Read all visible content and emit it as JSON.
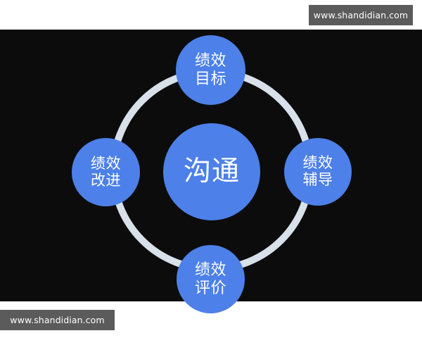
{
  "page": {
    "background_color": "#ffffff",
    "canvas_color": "#0c0c0c",
    "accent_color": "#4d80e8",
    "ring_color": "#d8e0ea",
    "watermark_bg": "#5b5b5b",
    "text_color": "#ffffff"
  },
  "watermarks": {
    "top_right": "www.shandidian.com",
    "bottom_left": "www.shandidian.com"
  },
  "diagram": {
    "center": {
      "id": "communication",
      "lines": [
        "沟通"
      ]
    },
    "nodes": [
      {
        "id": "performance-goal",
        "position": "top",
        "lines": [
          "绩效",
          "目标"
        ]
      },
      {
        "id": "performance-coaching",
        "position": "right",
        "lines": [
          "绩效",
          "辅导"
        ]
      },
      {
        "id": "performance-evaluation",
        "position": "bottom",
        "lines": [
          "绩效",
          "评价"
        ]
      },
      {
        "id": "performance-improvement",
        "position": "left",
        "lines": [
          "绩效",
          "改进"
        ]
      }
    ]
  },
  "chart_data": {
    "type": "diagram",
    "subtype": "cycle",
    "title": "",
    "center_label": "沟通",
    "categories": [
      "绩效目标",
      "绩效辅导",
      "绩效评价",
      "绩效改进"
    ],
    "node_positions": [
      "top",
      "right",
      "bottom",
      "left"
    ],
    "connector": "ring",
    "legend": []
  }
}
